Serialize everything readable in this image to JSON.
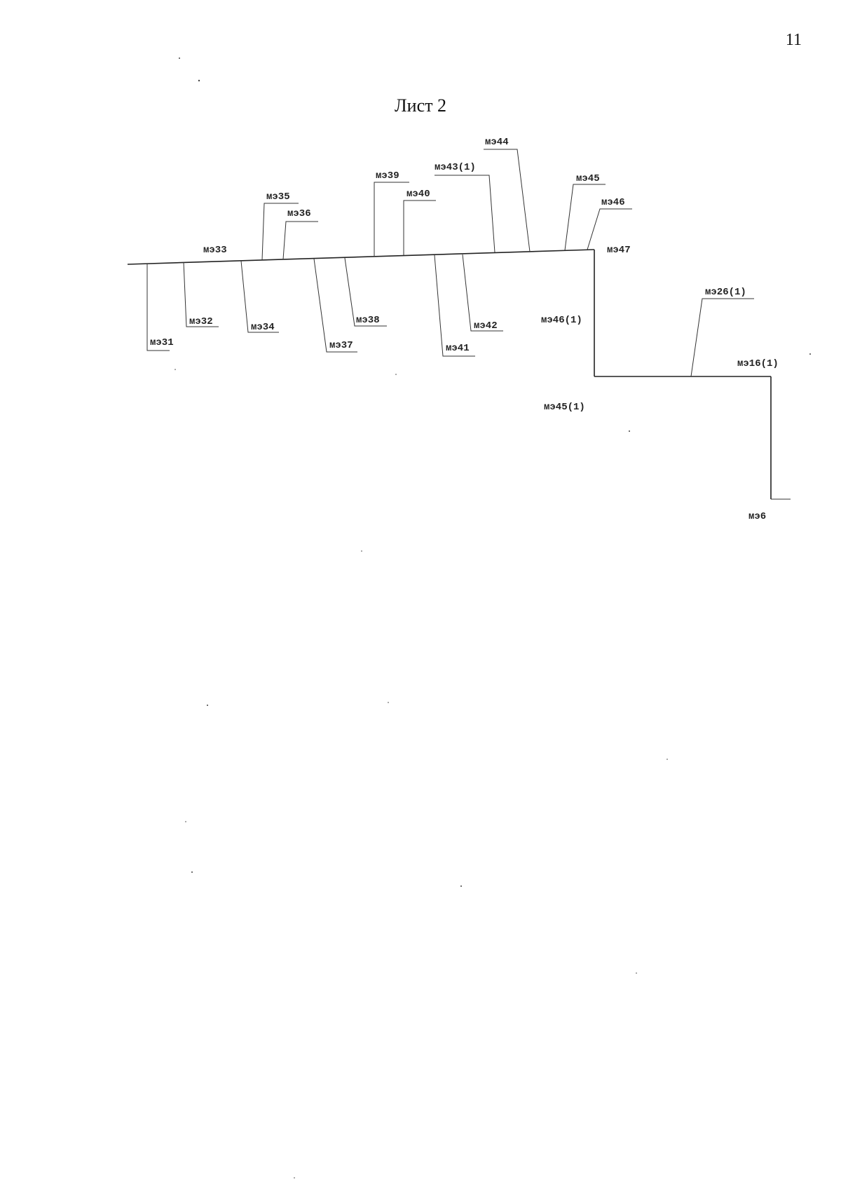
{
  "page_number": "11",
  "sheet_title": "Лист 2",
  "labels": {
    "l31": "мэ31",
    "l32": "мэ32",
    "l33": "мэ33",
    "l34": "мэ34",
    "l35": "мэ35",
    "l36": "мэ36",
    "l37": "мэ37",
    "l38": "мэ38",
    "l39": "мэ39",
    "l40": "мэ40",
    "l41": "мэ41",
    "l42": "мэ42",
    "l43_1": "мэ43(1)",
    "l44": "мэ44",
    "l45": "мэ45",
    "l46": "мэ46",
    "l47": "мэ47",
    "l46_1": "мэ46(1)",
    "l45_1": "мэ45(1)",
    "l26_1": "мэ26(1)",
    "l16_1": "мэ16(1)",
    "l6": "мэ6"
  }
}
